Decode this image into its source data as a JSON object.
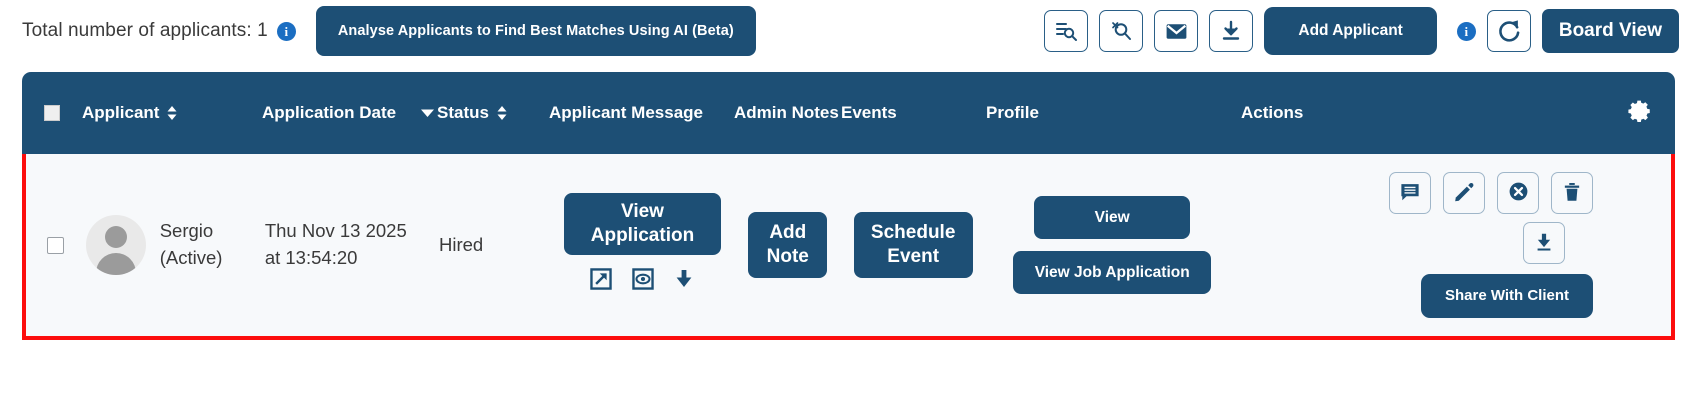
{
  "topbar": {
    "total_label": "Total number of applicants: 1",
    "info_icon_char": "i",
    "analyse_button": "Analyse Applicants to Find Best Matches Using AI (Beta)",
    "icons": [
      {
        "name": "list-search-icon",
        "title": "Search list"
      },
      {
        "name": "clear-search-icon",
        "title": "Clear search"
      },
      {
        "name": "email-icon",
        "title": "Email"
      },
      {
        "name": "download-icon",
        "title": "Download"
      }
    ],
    "add_applicant_button": "Add Applicant",
    "refresh_icon": "refresh-icon",
    "board_view_button": "Board View"
  },
  "table": {
    "columns": [
      {
        "key": "select",
        "label": ""
      },
      {
        "key": "applicant",
        "label": "Applicant",
        "sortable": true
      },
      {
        "key": "application_date",
        "label": "Application Date",
        "sortable": true,
        "sorted": "desc"
      },
      {
        "key": "status",
        "label": "Status",
        "sortable": true
      },
      {
        "key": "applicant_message",
        "label": "Applicant Message"
      },
      {
        "key": "admin_notes",
        "label": "Admin Notes"
      },
      {
        "key": "events",
        "label": "Events"
      },
      {
        "key": "profile",
        "label": "Profile"
      },
      {
        "key": "actions",
        "label": "Actions"
      }
    ],
    "settings_icon": "gear-icon",
    "rows": [
      {
        "applicant_name": "Sergio",
        "applicant_state": "(Active)",
        "application_date_line1": "Thu Nov 13 2025",
        "application_date_line2": "at 13:54:20",
        "status": "Hired",
        "message_button": "View Application",
        "message_icons": [
          {
            "name": "open-external-icon"
          },
          {
            "name": "preview-eye-icon"
          },
          {
            "name": "download-icon"
          }
        ],
        "admin_notes_button": "Add Note",
        "events_button": "Schedule Event",
        "profile_buttons": [
          "View",
          "View Job Application"
        ],
        "action_icons": [
          {
            "name": "comment-icon"
          },
          {
            "name": "edit-pencil-icon"
          },
          {
            "name": "close-circle-icon"
          },
          {
            "name": "trash-icon"
          },
          {
            "name": "download-box-icon"
          }
        ],
        "share_button": "Share With Client"
      }
    ]
  },
  "colors": {
    "brand_blue": "#1d4f75",
    "info_blue": "#1b6ec2",
    "highlight_red": "#fc0d0d",
    "row_bg": "#f7f9fb"
  }
}
